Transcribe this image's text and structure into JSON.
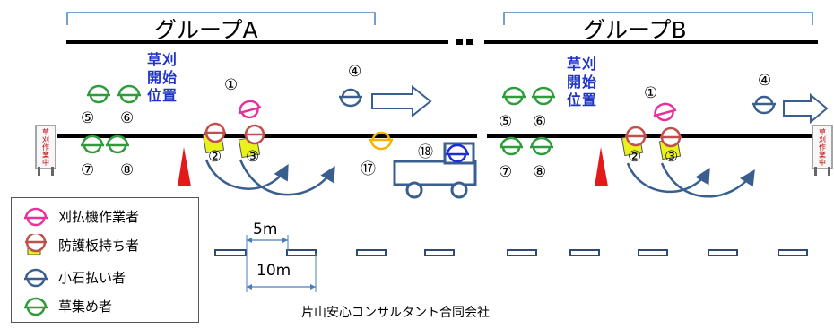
{
  "groups": [
    {
      "title": "グループA",
      "start_label_lines": [
        "草刈",
        "開始",
        "位置"
      ]
    },
    {
      "title": "グループB",
      "start_label_lines": [
        "草刈",
        "開始",
        "位置"
      ]
    }
  ],
  "worker_numbers": {
    "w1": "①",
    "w2": "②",
    "w3": "③",
    "w4": "④",
    "w5": "⑤",
    "w6": "⑥",
    "w7": "⑦",
    "w8": "⑧",
    "w17": "⑰",
    "w18": "⑱"
  },
  "sign_text": "草刈作業中",
  "dimensions": {
    "short": "5m",
    "long": "10m"
  },
  "legend": [
    {
      "label": "刈払機作業者",
      "color": "#e8329b",
      "icon": "helmet-icon"
    },
    {
      "label": "防護板持ち者",
      "color": "#c0504d",
      "icon": "helmet-with-shield-icon"
    },
    {
      "label": "小石払い者",
      "color": "#3a5f8f",
      "icon": "helmet-icon"
    },
    {
      "label": "草集め者",
      "color": "#2e9c3a",
      "icon": "helmet-icon"
    }
  ],
  "colors": {
    "mower": "#e8329b",
    "guard": "#c0504d",
    "stone": "#3a5f8f",
    "collector": "#2e9c3a",
    "truck_worker_yellow": "#f5b400",
    "truck_driver": "#1a2ed6",
    "shield": "#e9f21a",
    "cone": "#e31a1c",
    "lane_marker": "#2e4a78",
    "arrow": "#3a5f8f",
    "title_blue": "#1f35c8"
  },
  "footer": "片山安心コンサルタント合同会社"
}
